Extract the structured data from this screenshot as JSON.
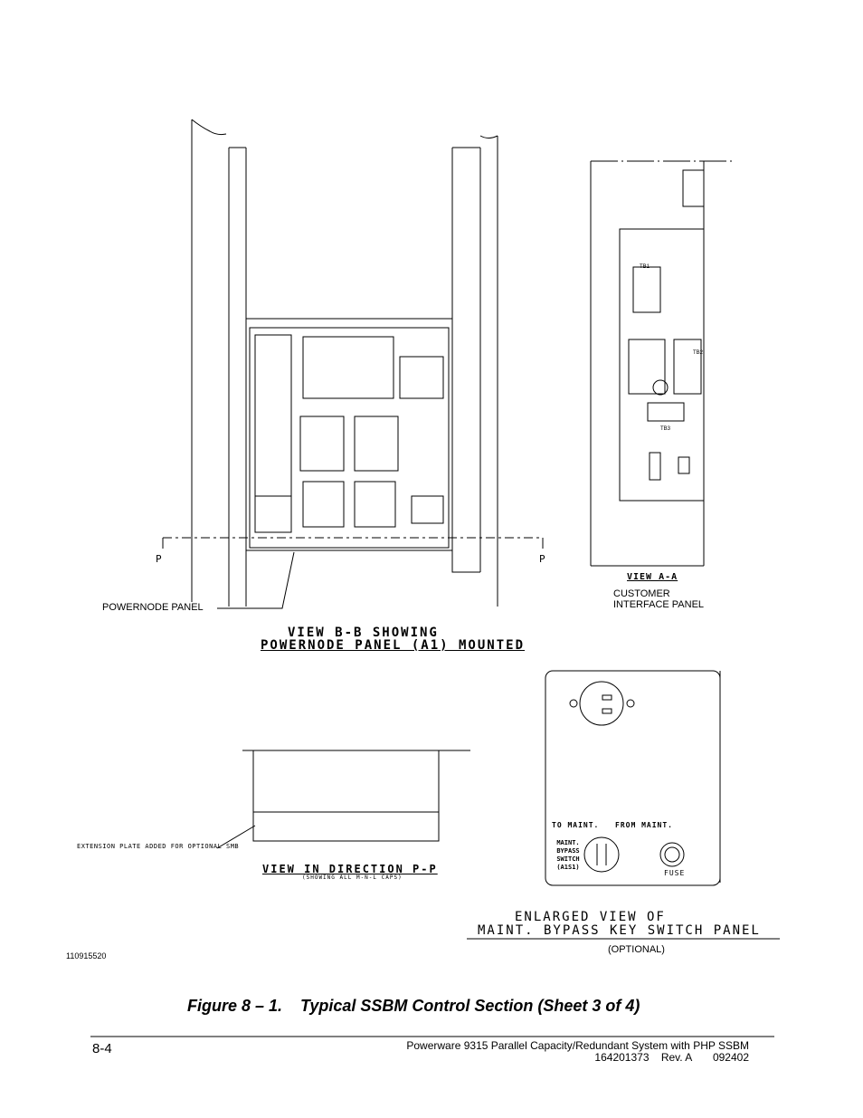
{
  "drawing": {
    "label_powernode": "POWERNODE PANEL",
    "section_mark": "P",
    "view_bb_line1": "VIEW B-B SHOWING",
    "view_bb_line2": "POWERNODE PANEL (A1) MOUNTED",
    "view_aa": "VIEW A-A",
    "label_customer_line1": "CUSTOMER",
    "label_customer_line2": "INTERFACE PANEL",
    "tb1": "TB1",
    "tb2": "TB2",
    "tb3": "TB3",
    "extension_note": "EXTENSION PLATE ADDED FOR OPTIONAL SMB",
    "view_pp": "VIEW IN DIRECTION P-P",
    "view_pp_sub": "(SHOWING ALL M-N-L CAPS)",
    "to_maint": "TO MAINT.",
    "from_maint": "FROM MAINT.",
    "maint_switch": [
      "MAINT.",
      "BYPASS",
      "SWITCH",
      "(A1S1)"
    ],
    "fuse": "FUSE",
    "enlarged_line1": "ENLARGED VIEW OF",
    "enlarged_line2": "MAINT. BYPASS KEY SWITCH PANEL",
    "optional": "(OPTIONAL)",
    "drawing_number": "110915520"
  },
  "caption": "Figure 8 – 1.    Typical SSBM Control Section (Sheet 3 of 4)",
  "footer": {
    "page_number": "8-4",
    "line1": "Powerware 9315 Parallel Capacity/Redundant System with PHP SSBM",
    "line2": "164201373    Rev. A       092402"
  }
}
